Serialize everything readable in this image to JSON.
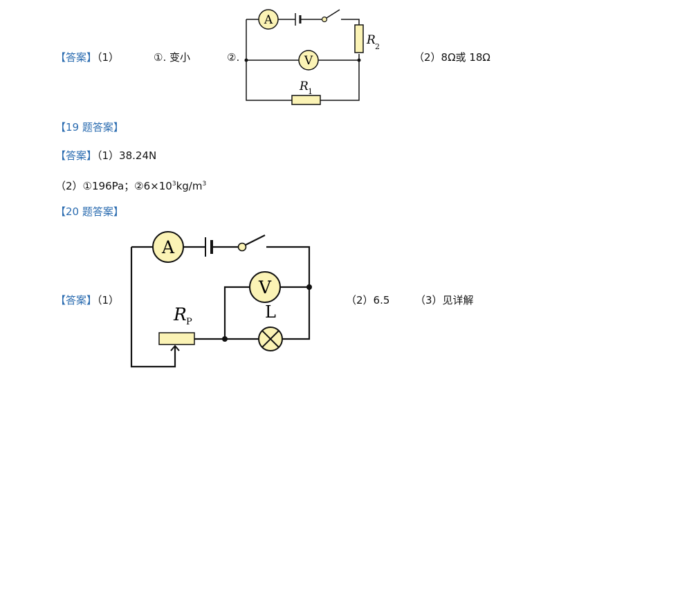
{
  "q18": {
    "answer_tag": "【答案】",
    "part1": "（1）",
    "item1": "①. 变小",
    "item2": "②.",
    "part2": "（2）8Ω或 18Ω",
    "diagram": {
      "ammeter": "A",
      "voltmeter": "V",
      "r2_main": "R",
      "r2_sub": "2",
      "r1_main": "R",
      "r1_sub": "1"
    }
  },
  "q19": {
    "heading": "【19 题答案】",
    "answer_tag": "【答案】",
    "part1": "（1）38.24N",
    "part2_a": "（2）①196Pa；②6×10",
    "part2_exp": "3",
    "part2_b": "kg/m",
    "part2_exp2": "3"
  },
  "q20": {
    "heading": "【20 题答案】",
    "answer_tag": "【答案】",
    "part1": "（1）",
    "part2": "（2）6.5",
    "part3": "（3）见详解",
    "diagram": {
      "ammeter": "A",
      "voltmeter": "V",
      "lamp": "L",
      "rp_main": "R",
      "rp_sub": "P"
    }
  }
}
